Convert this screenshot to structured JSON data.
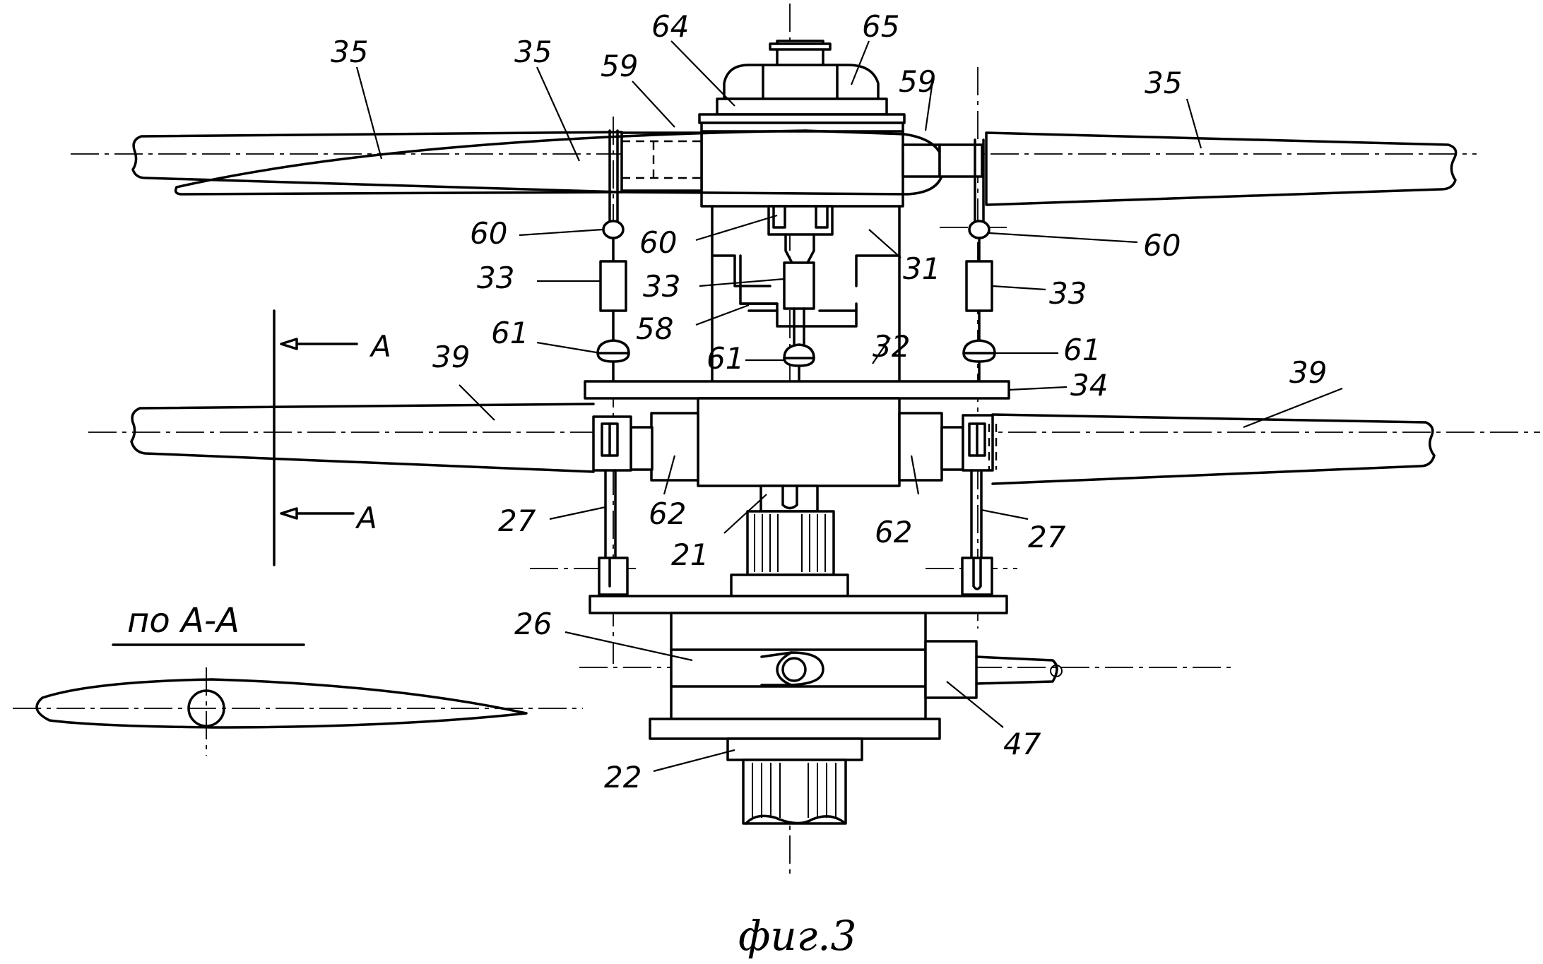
{
  "figure": {
    "caption": "фиг.3",
    "section_title": "по А-А",
    "section_marks": [
      "А",
      "А"
    ]
  },
  "labels": {
    "l35a": "35",
    "l35b": "35",
    "l35c": "35",
    "l64": "64",
    "l65": "65",
    "l59a": "59",
    "l59b": "59",
    "l60a": "60",
    "l60b": "60",
    "l60c": "60",
    "l31": "31",
    "l33a": "33",
    "l33b": "33",
    "l33c": "33",
    "l58": "58",
    "l61a": "61",
    "l61b": "61",
    "l61c": "61",
    "l32": "32",
    "l34": "34",
    "l39a": "39",
    "l39b": "39",
    "l62a": "62",
    "l62b": "62",
    "l27a": "27",
    "l27b": "27",
    "l21": "21",
    "l26": "26",
    "l47": "47",
    "l22": "22"
  }
}
